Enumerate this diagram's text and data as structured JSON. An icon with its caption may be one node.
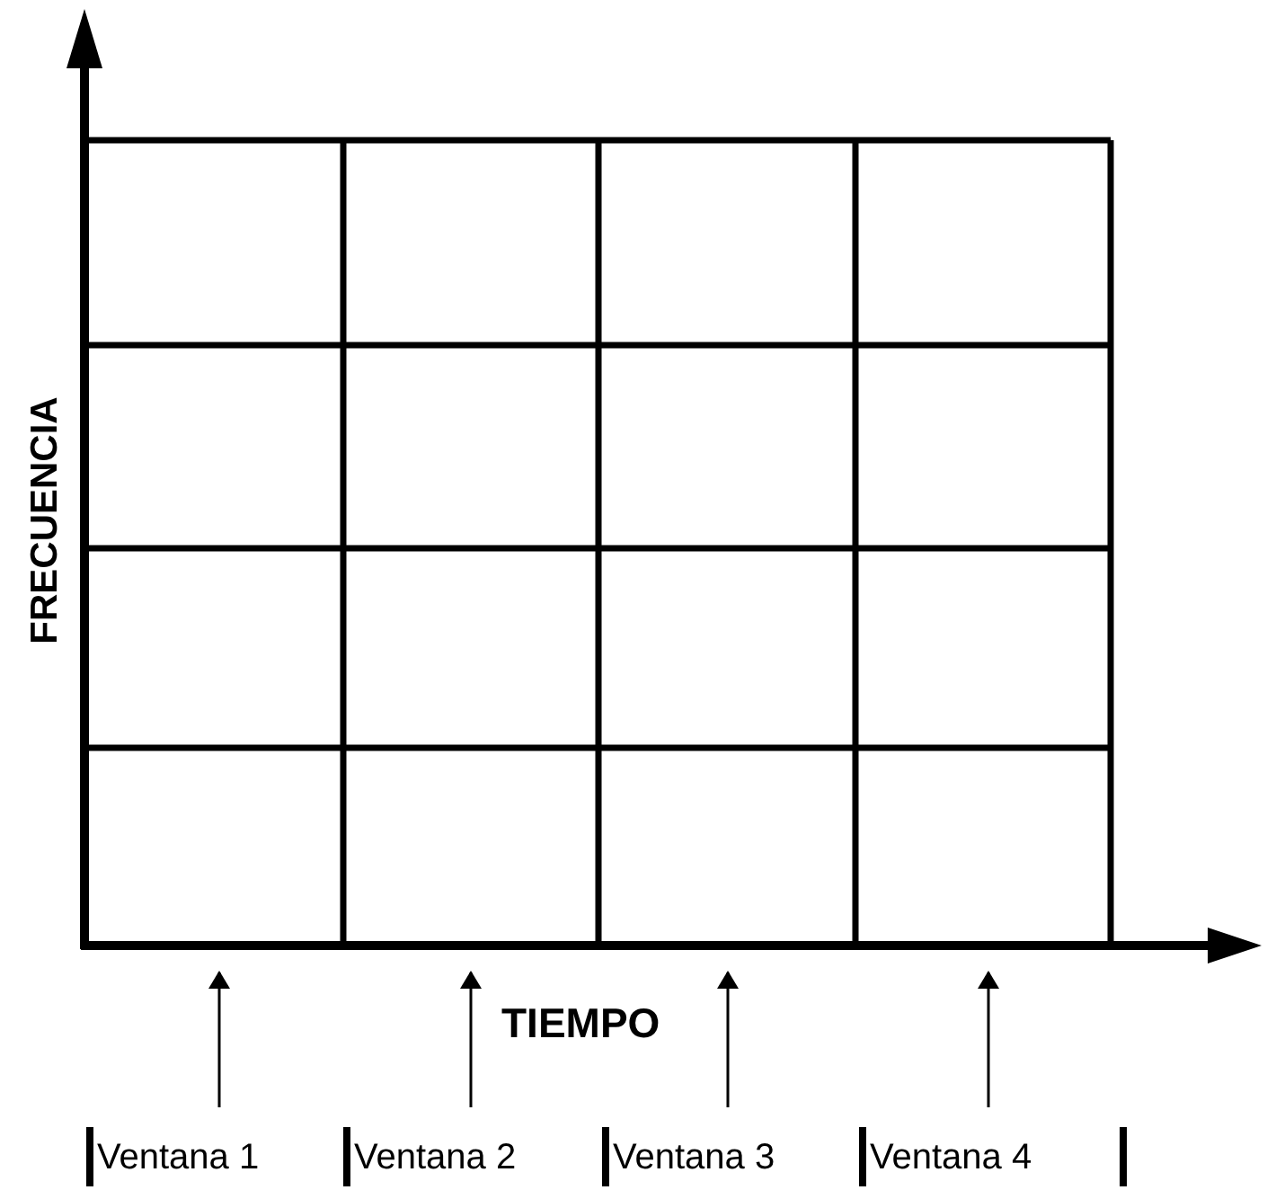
{
  "diagram": {
    "nodes": [
      {
        "text": [
          "Ventana 1"
        ]
      },
      {
        "text": [
          "Ventana 2"
        ]
      },
      {
        "text": [
          "Ventana 3"
        ]
      },
      {
        "text": [
          "Ventana 4"
        ]
      }
    ],
    "edges": [
      {
        "from": 0,
        "to": null,
        "arrow": "to"
      },
      {
        "from": 1,
        "to": null,
        "arrow": "to"
      },
      {
        "from": 2,
        "to": null,
        "arrow": "to"
      },
      {
        "from": 3,
        "to": null,
        "arrow": "to"
      }
    ],
    "labels": [
      "FRECUENCIA",
      "TIEMPO"
    ]
  }
}
